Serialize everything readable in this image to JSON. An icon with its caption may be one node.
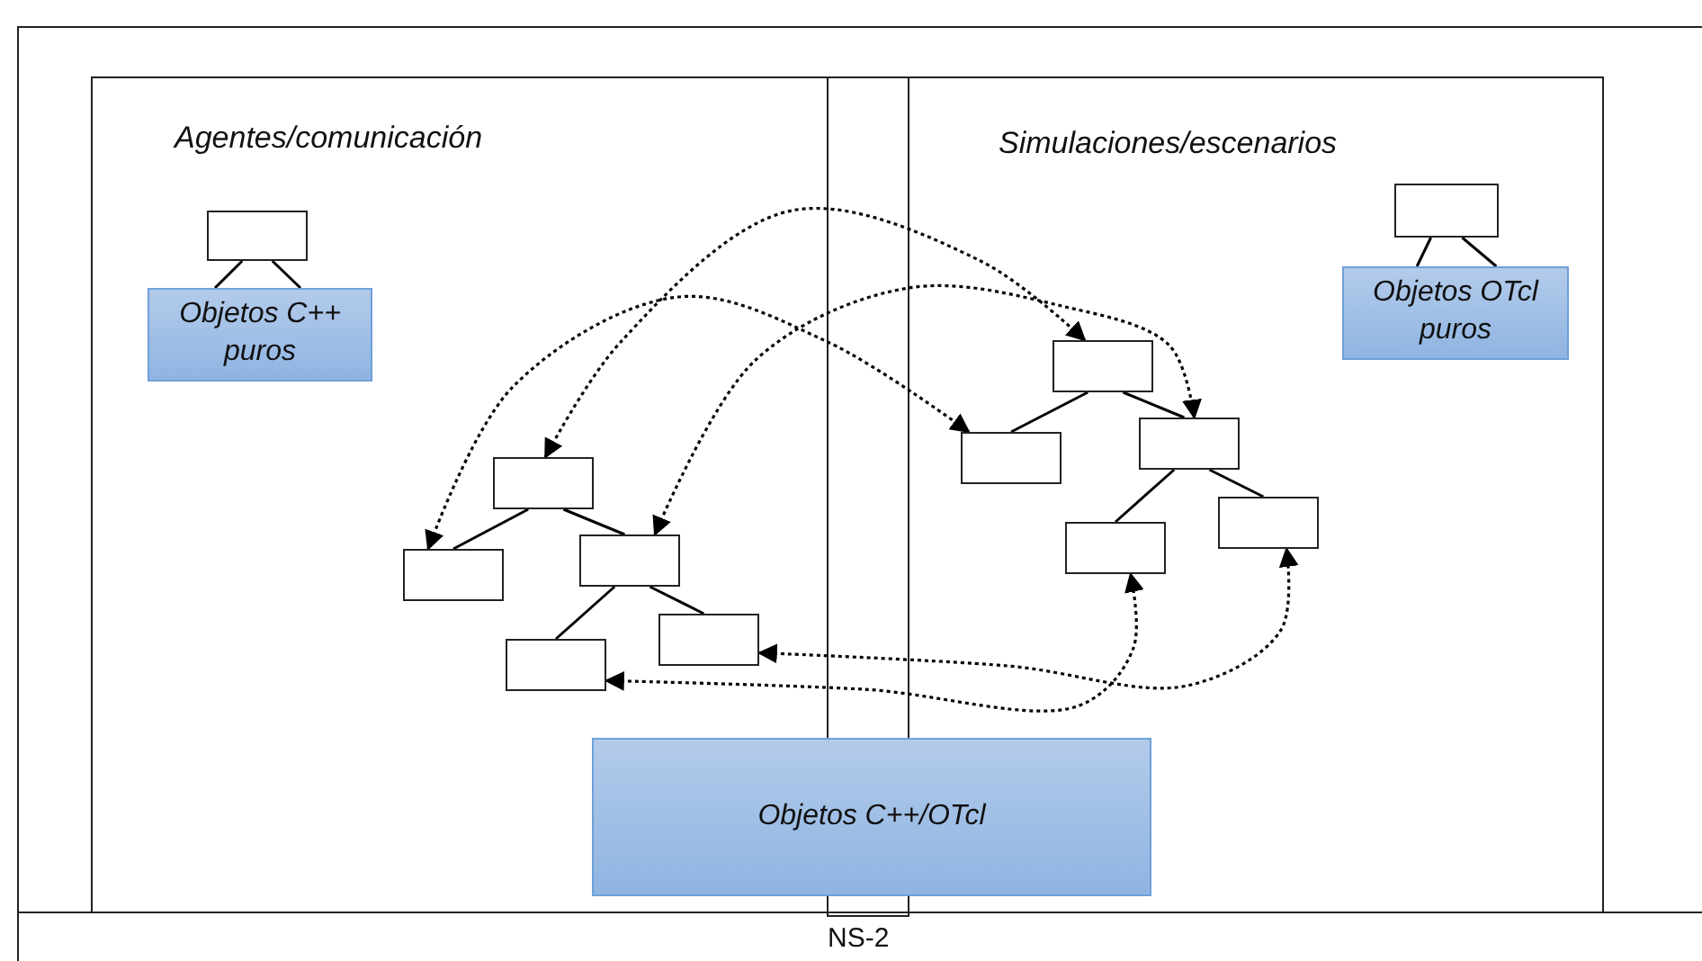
{
  "diagram": {
    "nodes": [
      {
        "text": [],
        "shape": "box"
      },
      {
        "text": [
          "Objetos C++ puros"
        ]
      },
      {
        "text": [],
        "shape": "box"
      },
      {
        "text": [
          "Objetos OTcl puros"
        ]
      },
      {
        "text": [],
        "shape": "box"
      },
      {
        "text": [],
        "shape": "box"
      },
      {
        "text": [],
        "shape": "box"
      },
      {
        "text": [],
        "shape": "box"
      },
      {
        "text": [],
        "shape": "box"
      },
      {
        "text": [],
        "shape": "box"
      },
      {
        "text": [],
        "shape": "box"
      },
      {
        "text": [],
        "shape": "box"
      },
      {
        "text": [],
        "shape": "box"
      },
      {
        "text": [],
        "shape": "box"
      },
      {
        "text": [
          "Objetos C++/OTcl"
        ]
      }
    ],
    "edges": [
      {
        "from": 0,
        "to": 1,
        "arrow": "none"
      },
      {
        "from": 0,
        "to": 1,
        "arrow": "none"
      },
      {
        "from": 2,
        "to": 3,
        "arrow": "none"
      },
      {
        "from": 2,
        "to": 3,
        "arrow": "none"
      },
      {
        "from": 4,
        "to": 5,
        "arrow": "none"
      },
      {
        "from": 4,
        "to": 6,
        "arrow": "none"
      },
      {
        "from": 6,
        "to": 7,
        "arrow": "none"
      },
      {
        "from": 6,
        "to": 8,
        "arrow": "none"
      },
      {
        "from": 9,
        "to": 10,
        "arrow": "none"
      },
      {
        "from": 9,
        "to": 11,
        "arrow": "none"
      },
      {
        "from": 11,
        "to": 12,
        "arrow": "none"
      },
      {
        "from": 11,
        "to": 13,
        "arrow": "none"
      },
      {
        "from": 4,
        "to": 9,
        "arrow": "both",
        "style": "dashed"
      },
      {
        "from": 5,
        "to": 10,
        "arrow": "both",
        "style": "dashed"
      },
      {
        "from": 6,
        "to": 11,
        "arrow": "both",
        "style": "dashed"
      },
      {
        "from": 8,
        "to": 13,
        "arrow": "both",
        "style": "dashed"
      },
      {
        "from": 7,
        "to": 12,
        "arrow": "both",
        "style": "dashed"
      }
    ],
    "labels": [
      "Agentes/comunicación",
      "Simulaciones/escenarios",
      "NS-2"
    ]
  }
}
